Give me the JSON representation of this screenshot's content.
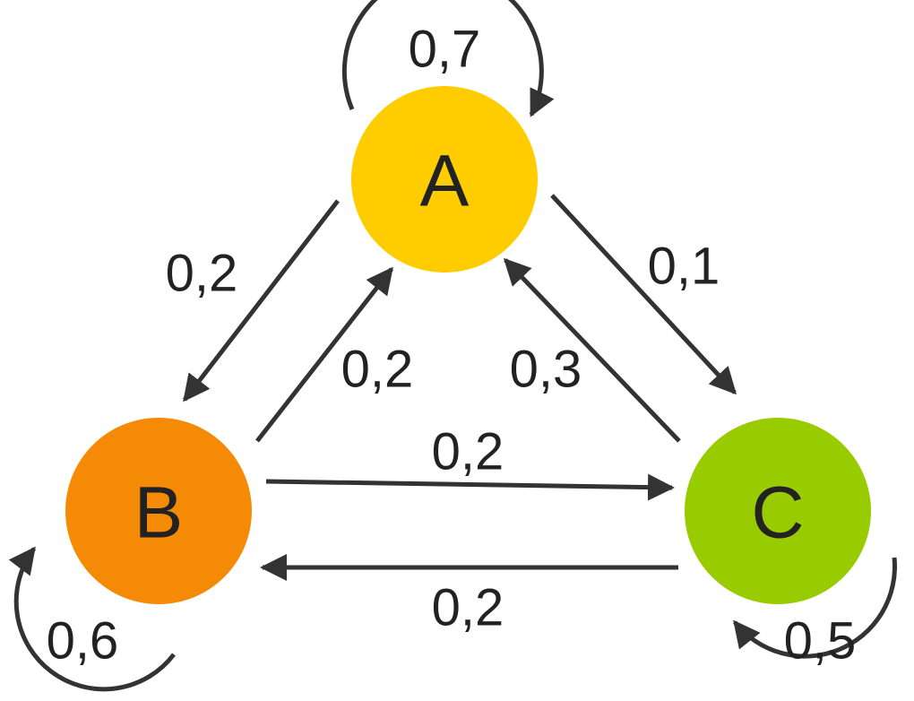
{
  "diagram": {
    "type": "markov-chain",
    "edge_color": "#333333",
    "nodes": [
      {
        "id": "A",
        "label": "A",
        "color": "#FFCC00"
      },
      {
        "id": "B",
        "label": "B",
        "color": "#F58A07"
      },
      {
        "id": "C",
        "label": "C",
        "color": "#99CC00"
      }
    ],
    "edges": [
      {
        "from": "A",
        "to": "A",
        "label": "0,7"
      },
      {
        "from": "A",
        "to": "B",
        "label": "0,2"
      },
      {
        "from": "B",
        "to": "A",
        "label": "0,2"
      },
      {
        "from": "A",
        "to": "C",
        "label": "0,1"
      },
      {
        "from": "C",
        "to": "A",
        "label": "0,3"
      },
      {
        "from": "B",
        "to": "C",
        "label": "0,2"
      },
      {
        "from": "C",
        "to": "B",
        "label": "0,2"
      },
      {
        "from": "B",
        "to": "B",
        "label": "0,6"
      },
      {
        "from": "C",
        "to": "C",
        "label": "0,5"
      }
    ]
  }
}
